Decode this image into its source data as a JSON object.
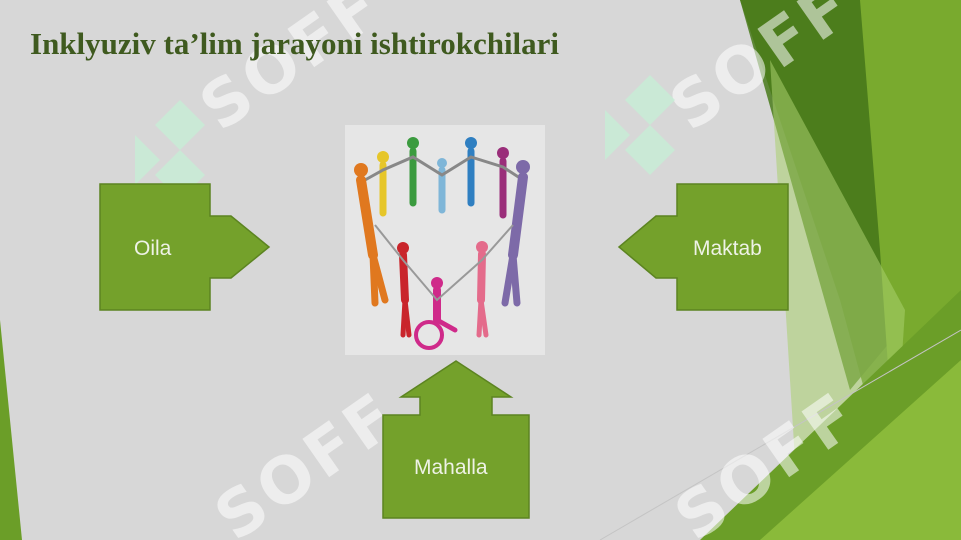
{
  "slide": {
    "title": "Inklyuziv ta’lim jarayoni ishtirokchilari"
  },
  "participants": {
    "family": "Oila",
    "school": "Maktab",
    "community": "Mahalla"
  },
  "watermark": {
    "text": "SOFF"
  },
  "colors": {
    "title": "#3f5a1f",
    "box_fill": "#74a12b",
    "box_stroke": "#5c8421",
    "slide_bg": "#d7d7d7",
    "deco_dark": "#4f7c1f",
    "deco_light": "#8dbb3a"
  },
  "illustration": {
    "icon": "people-circle-heart-icon"
  }
}
